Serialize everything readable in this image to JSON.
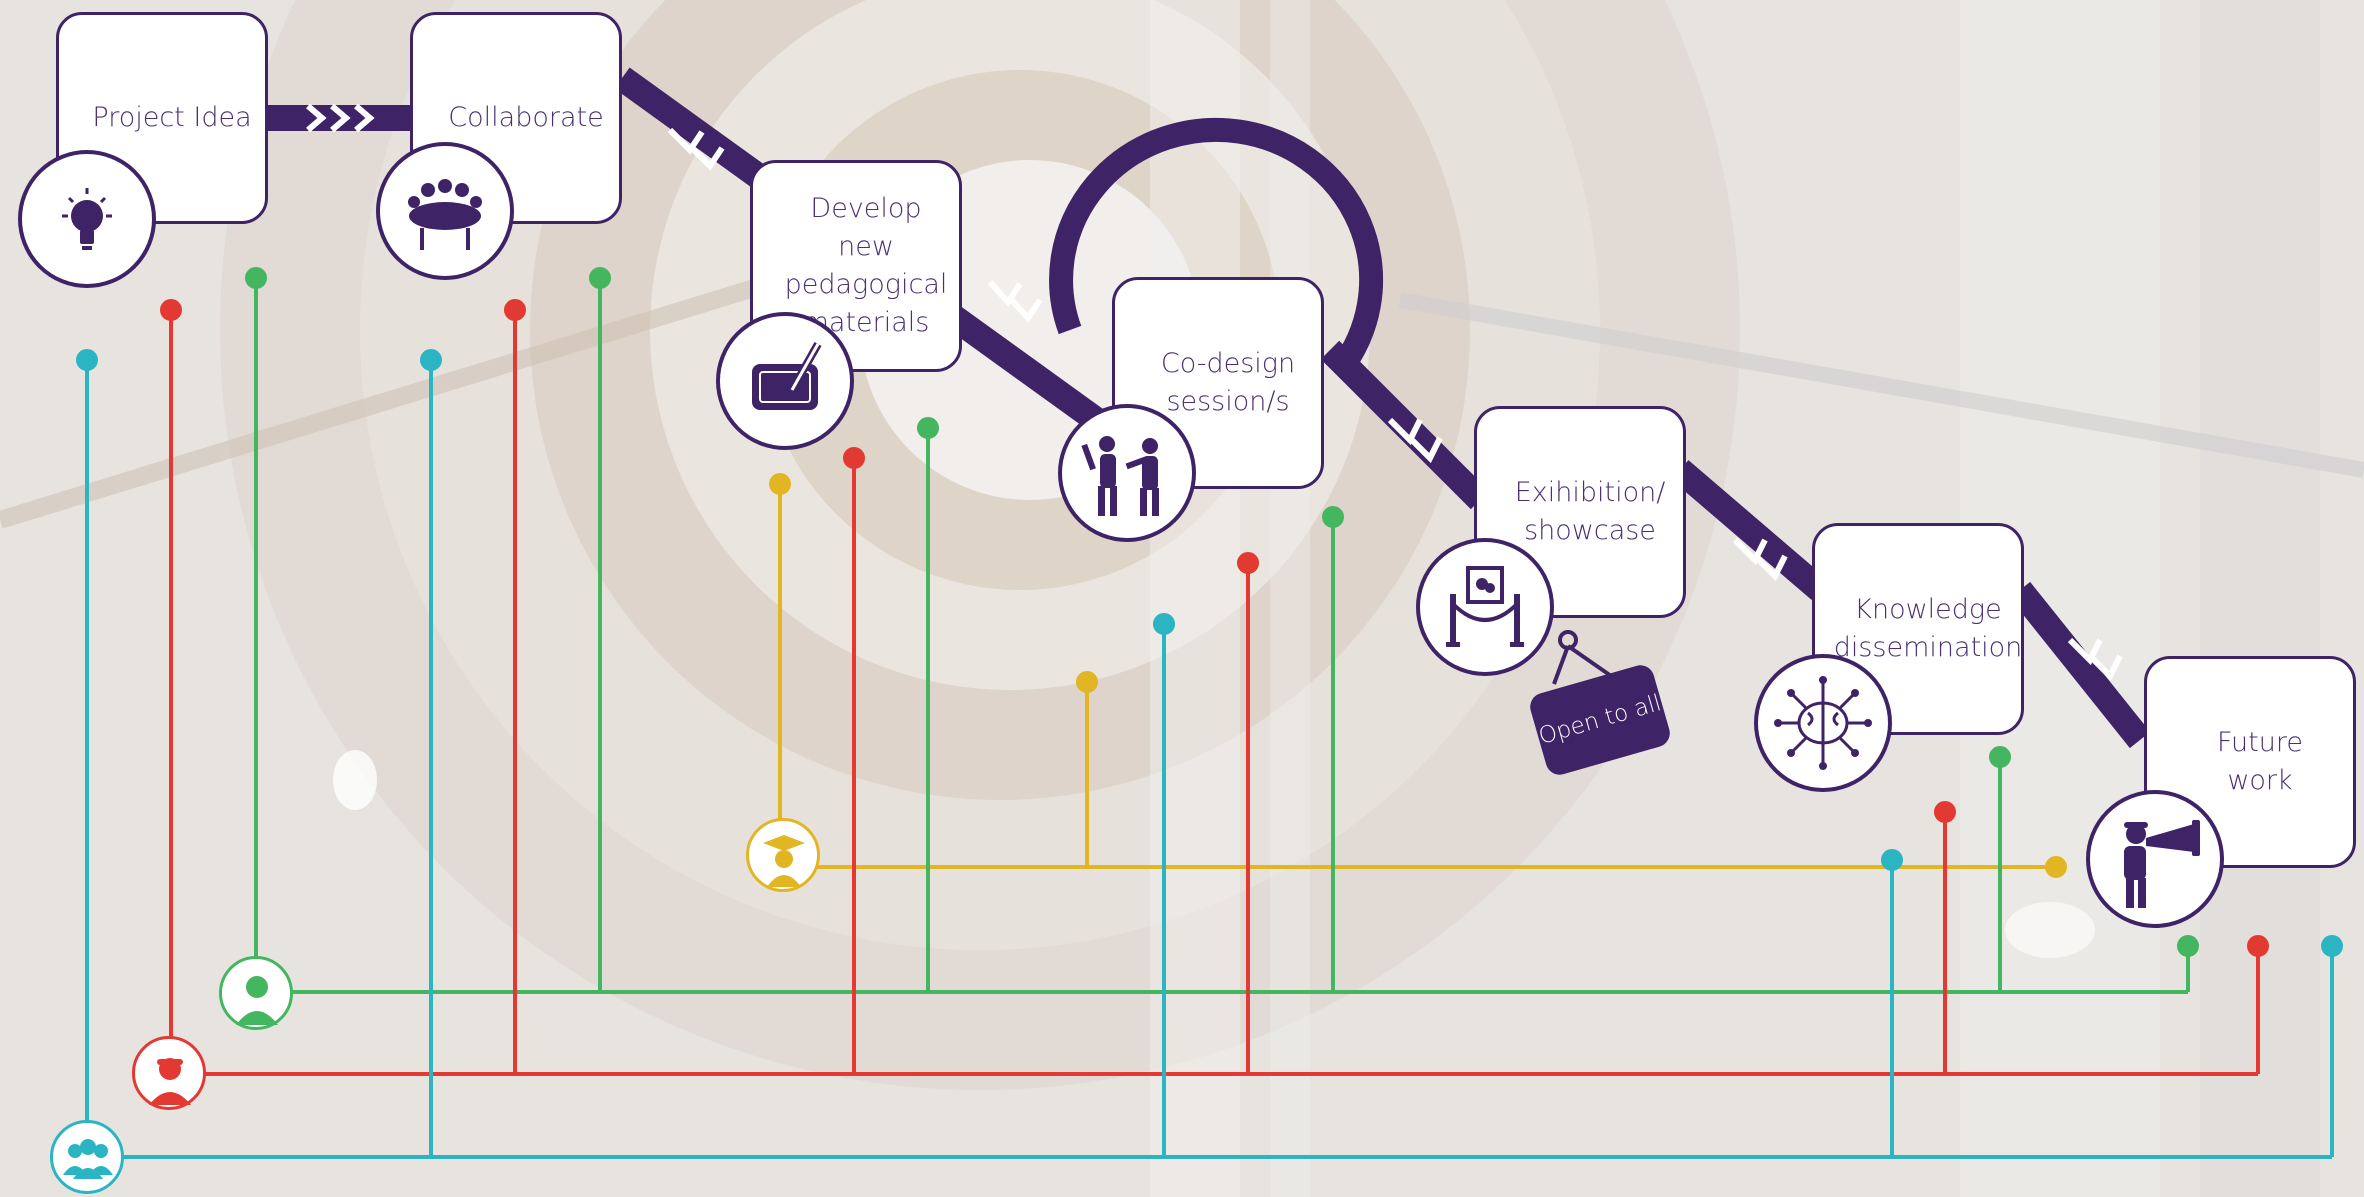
{
  "steps": [
    {
      "label": "Project Idea",
      "icon": "lightbulb-icon"
    },
    {
      "label": "Collaborate",
      "icon": "meeting-table-icon"
    },
    {
      "label": "Develop new\npedagogical\nmaterials",
      "icon": "tablet-pen-icon"
    },
    {
      "label": "Co-design\nsession/s",
      "icon": "people-gesturing-icon"
    },
    {
      "label": "Exihibition/\nshowcase",
      "icon": "gallery-rope-icon"
    },
    {
      "label": "Knowledge\ndissemination",
      "icon": "brain-network-icon"
    },
    {
      "label": "Future\nwork",
      "icon": "telescope-person-icon"
    }
  ],
  "sign": {
    "label": "Open to all"
  },
  "stakeholders": [
    {
      "id": "graduate",
      "icon": "graduate-icon",
      "color": "#e2b623"
    },
    {
      "id": "green-person",
      "icon": "person-icon",
      "color": "#44b660"
    },
    {
      "id": "red-person",
      "icon": "helmet-person-icon",
      "color": "#e23a32"
    },
    {
      "id": "group",
      "icon": "group-icon",
      "color": "#2bb5c3"
    }
  ],
  "colors": {
    "path": "#3e2366",
    "accent_white": "#ffffff"
  }
}
